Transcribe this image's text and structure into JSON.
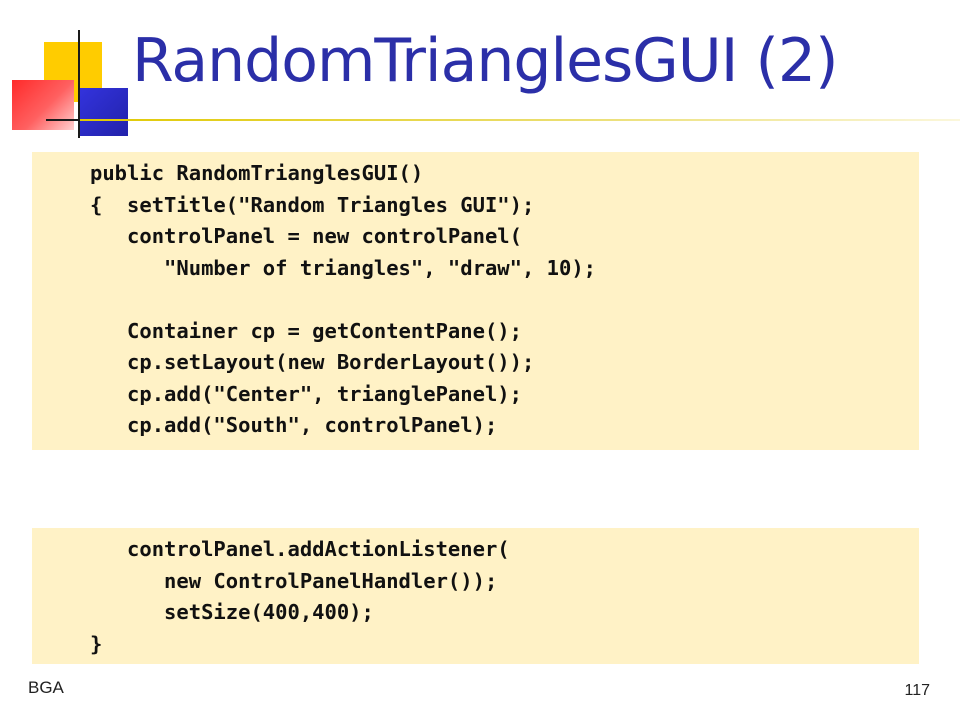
{
  "slide": {
    "title": "RandomTrianglesGUI (2)",
    "footer_left": "BGA",
    "page_number": "117"
  },
  "colors": {
    "title": "#2b2fa8",
    "code_background": "#fff2c6",
    "logo_yellow": "#ffcc00",
    "logo_red": "#ff2a2a",
    "logo_blue": "#3333dd"
  },
  "code_blocks": [
    {
      "lines": [
        "public RandomTrianglesGUI()",
        "{  setTitle(\"Random Triangles GUI\");",
        "   controlPanel = new controlPanel(",
        "      \"Number of triangles\", \"draw\", 10);",
        "",
        "   Container cp = getContentPane();",
        "   cp.setLayout(new BorderLayout());",
        "   cp.add(\"Center\", trianglePanel);",
        "   cp.add(\"South\", controlPanel);"
      ]
    },
    {
      "lines": [
        "   controlPanel.addActionListener(",
        "      new ControlPanelHandler());",
        "      setSize(400,400);",
        "}"
      ]
    }
  ]
}
